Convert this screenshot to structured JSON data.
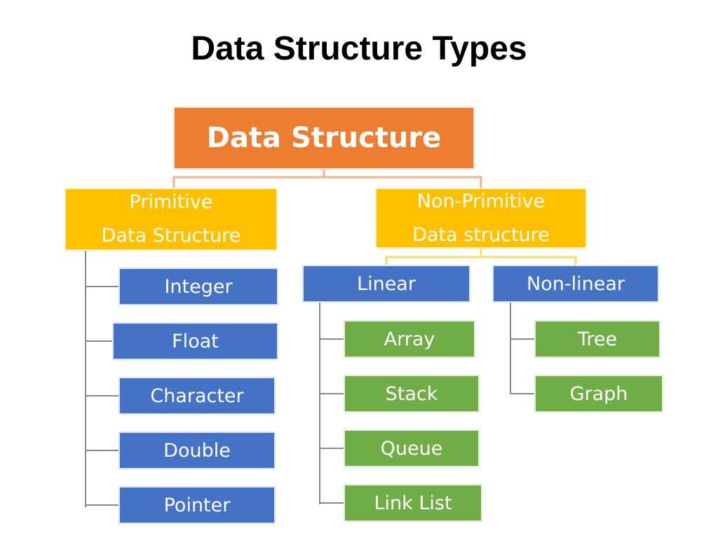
{
  "title": "Data Structure Types",
  "colors": {
    "root": "#ed7d31",
    "category": "#ffc000",
    "blue": "#4472c4",
    "green": "#70ad47",
    "connector_orange": "#f4b183",
    "connector_yellow": "#ffd966",
    "connector_blue": "#8faadc",
    "connector_gray": "#888888"
  },
  "diagram": {
    "root": "Data Structure",
    "primitive": {
      "line1": "Primitive",
      "line2": "Data Structure",
      "items": [
        "Integer",
        "Float",
        "Character",
        "Double",
        "Pointer"
      ]
    },
    "non_primitive": {
      "line1": "Non-Primitive",
      "line2": "Data structure",
      "linear": {
        "label": "Linear",
        "items": [
          "Array",
          "Stack",
          "Queue",
          "Link List"
        ]
      },
      "non_linear": {
        "label": "Non-linear",
        "items": [
          "Tree",
          "Graph"
        ]
      }
    }
  }
}
